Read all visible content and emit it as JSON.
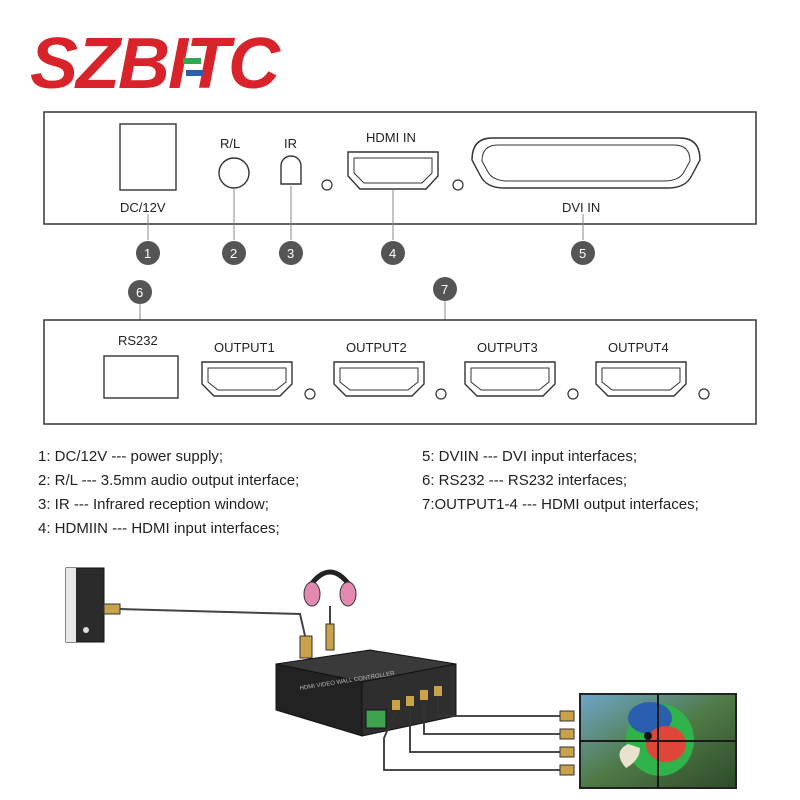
{
  "brand": {
    "logo_text": "SZBITC",
    "colors": {
      "red": "#d8232a",
      "green": "#2fa84f",
      "blue": "#2a5fb0",
      "dark": "#555555"
    }
  },
  "input_panel": {
    "ports": [
      {
        "label": "DC/12V",
        "number": "1"
      },
      {
        "label": "R/L",
        "number": "2"
      },
      {
        "label": "IR",
        "number": "3"
      },
      {
        "label": "HDMI IN",
        "number": "4"
      },
      {
        "label": "DVI IN",
        "number": "5"
      }
    ]
  },
  "output_panel": {
    "rs232": {
      "label": "RS232",
      "number": "6"
    },
    "outputs_number": "7",
    "outputs": [
      "OUTPUT1",
      "OUTPUT2",
      "OUTPUT3",
      "OUTPUT4"
    ]
  },
  "legend": [
    {
      "text": "1:  DC/12V --- power supply;"
    },
    {
      "text": "2:  R/L --- 3.5mm audio output interface;"
    },
    {
      "text": "3:  IR --- Infrared reception window;"
    },
    {
      "text": "4:  HDMIIN --- HDMI input interfaces;"
    },
    {
      "text": "5:  DVIIN --- DVI input interfaces;"
    },
    {
      "text": "6:  RS232 --- RS232 interfaces;"
    },
    {
      "text": "7:OUTPUT1-4 --- HDMI output interfaces;"
    }
  ],
  "scene": {
    "device_label": "HDMI VIDEO WALL CONTROLLER"
  }
}
